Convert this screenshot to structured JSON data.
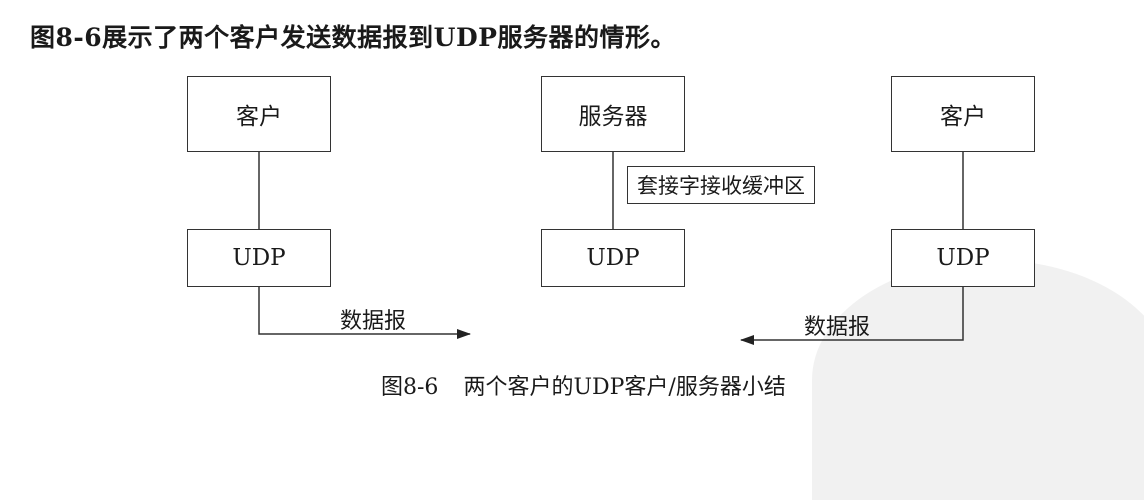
{
  "page": {
    "cutoff_text": "。",
    "intro_text": "图8-6展示了两个客户发送数据报到UDP服务器的情形。"
  },
  "diagram": {
    "left_client_label": "客户",
    "left_udp_label": "UDP",
    "server_label": "服务器",
    "socket_buffer_label": "套接字接收缓冲区",
    "server_udp_label": "UDP",
    "right_client_label": "客户",
    "right_udp_label": "UDP",
    "left_datagram_label": "数据报",
    "right_datagram_label": "数据报"
  },
  "caption": {
    "figure_number": "图8-6",
    "title": "两个客户的UDP客户/服务器小结"
  }
}
